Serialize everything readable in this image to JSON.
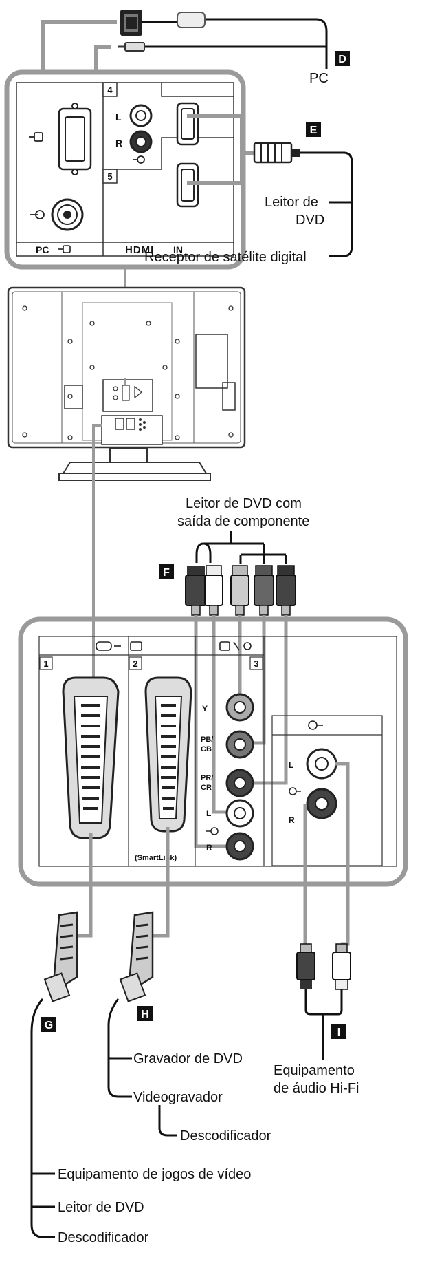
{
  "badges": {
    "D": "D",
    "E": "E",
    "F": "F",
    "G": "G",
    "H": "H",
    "I": "I"
  },
  "top_panel": {
    "pc_label": "PC",
    "hdmi_label": "HDMI",
    "hdmi_in_label": "IN",
    "port_4": "4",
    "port_5": "5",
    "audio_L": "L",
    "audio_R": "R"
  },
  "bottom_panel": {
    "port_1": "1",
    "port_2": "2",
    "port_3": "3",
    "smartlink": "(SmartLink)",
    "comp_y": "Y",
    "comp_pb_1": "PB/",
    "comp_pb_2": "CB",
    "comp_pr_1": "PR/",
    "comp_pr_2": "CR",
    "audio_L": "L",
    "audio_R": "R",
    "out_L": "L",
    "out_R": "R"
  },
  "labels": {
    "pc": "PC",
    "leitor_dvd_1": "Leitor de",
    "leitor_dvd_2": "DVD",
    "receptor": "Receptor de satélite digital",
    "comp_title_1": "Leitor de DVD com",
    "comp_title_2": "saída de componente",
    "gravador": "Gravador de DVD",
    "videogravador": "Videogravador",
    "descodificador_h": "Descodificador",
    "equip_hifi_1": "Equipamento",
    "equip_hifi_2": "de áudio Hi-Fi",
    "equip_jogos": "Equipamento de jogos de vídeo",
    "leitor_dvd_g": "Leitor de DVD",
    "descodificador_g": "Descodificador"
  },
  "colors": {
    "line": "#111111",
    "panel": "#9a9a9a",
    "badge": "#111111"
  }
}
